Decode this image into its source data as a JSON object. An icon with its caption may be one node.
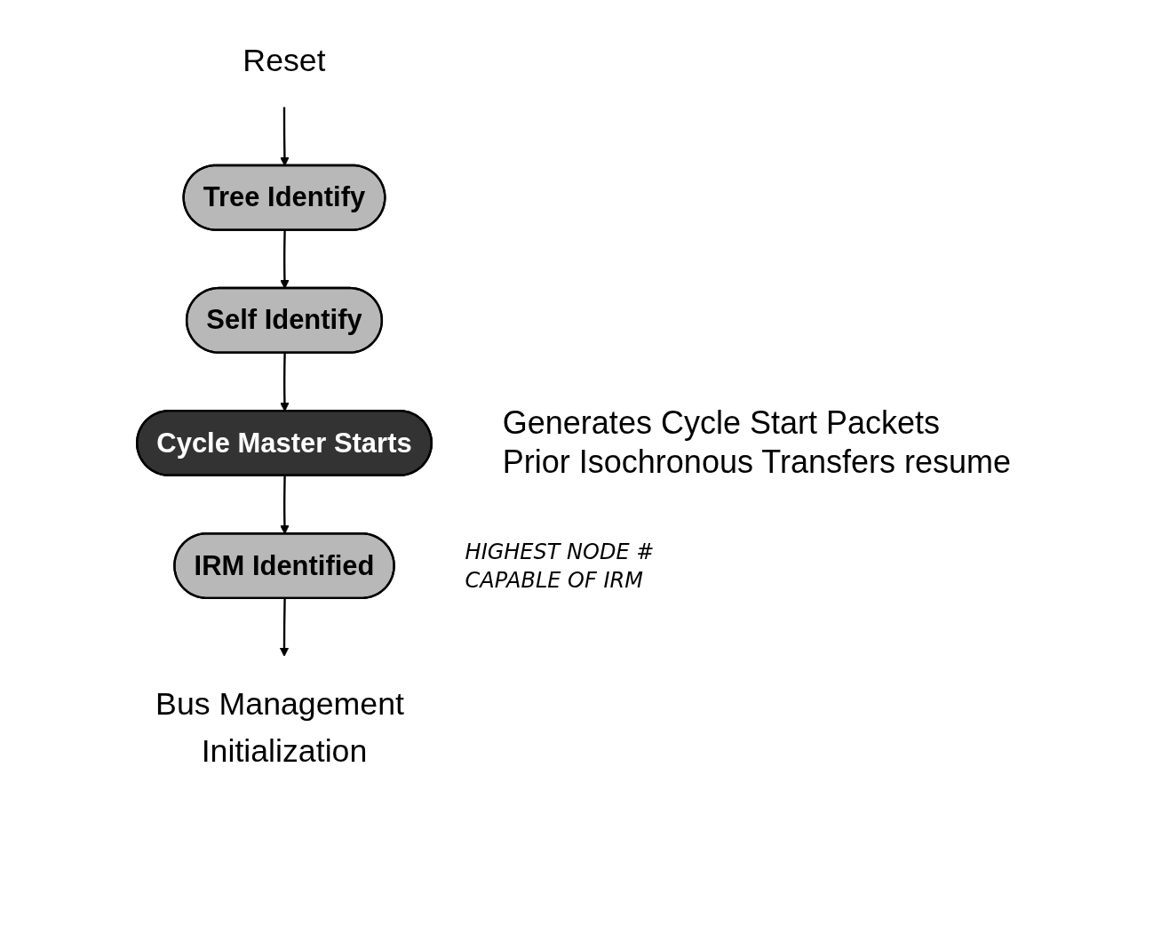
{
  "diagram": {
    "nodes": [
      {
        "text": [
          "Reset"
        ]
      },
      {
        "text": [
          "Tree Identify"
        ]
      },
      {
        "text": [
          "Self Identify"
        ]
      },
      {
        "text": [
          "Cycle Master Starts"
        ],
        "beside": [
          "Generates Cycle Start Packets",
          "Prior Isochronous Transfers resume"
        ]
      },
      {
        "text": [
          "IRM Identified"
        ],
        "beside": [
          "HIGHEST NODE # CAPABLE OF IRM"
        ]
      },
      {
        "text": [
          "Bus Management Initialization"
        ]
      }
    ],
    "edges": [
      {
        "from": 0,
        "to": 1,
        "arrow": "to"
      },
      {
        "from": 1,
        "to": 2,
        "arrow": "to"
      },
      {
        "from": 2,
        "to": 3,
        "arrow": "to"
      },
      {
        "from": 3,
        "to": 4,
        "arrow": "to"
      },
      {
        "from": 4,
        "to": 5,
        "arrow": "to"
      }
    ]
  }
}
